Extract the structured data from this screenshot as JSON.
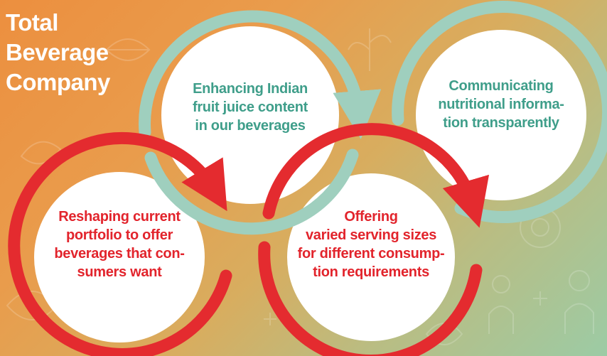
{
  "title": {
    "line1": "Total",
    "line2": "Beverage",
    "line3": "Company"
  },
  "colors": {
    "teal_text": "#3f9e8a",
    "red_text": "#e2242c",
    "teal_ring": "#9fcfbe",
    "red_ring": "#e42b2f",
    "circle_fill": "#ffffff"
  },
  "circles": {
    "enhancing": {
      "line1": "Enhancing Indian",
      "line2": "fruit juice content",
      "line3": "in our beverages"
    },
    "communicating": {
      "line1": "Communicating",
      "line2": "nutritional informa-",
      "line3": "tion transparently"
    },
    "reshaping": {
      "line1": "Reshaping current",
      "line2": "portfolio to offer",
      "line3": "beverages that con-",
      "line4": "sumers want"
    },
    "offering": {
      "line1": "Offering",
      "line2": "varied serving sizes",
      "line3": "for different consump-",
      "line4": "tion requirements"
    }
  },
  "icons": [
    "leaf-icon",
    "plant-icon",
    "gear-icon",
    "person-icon",
    "plus-icon"
  ]
}
